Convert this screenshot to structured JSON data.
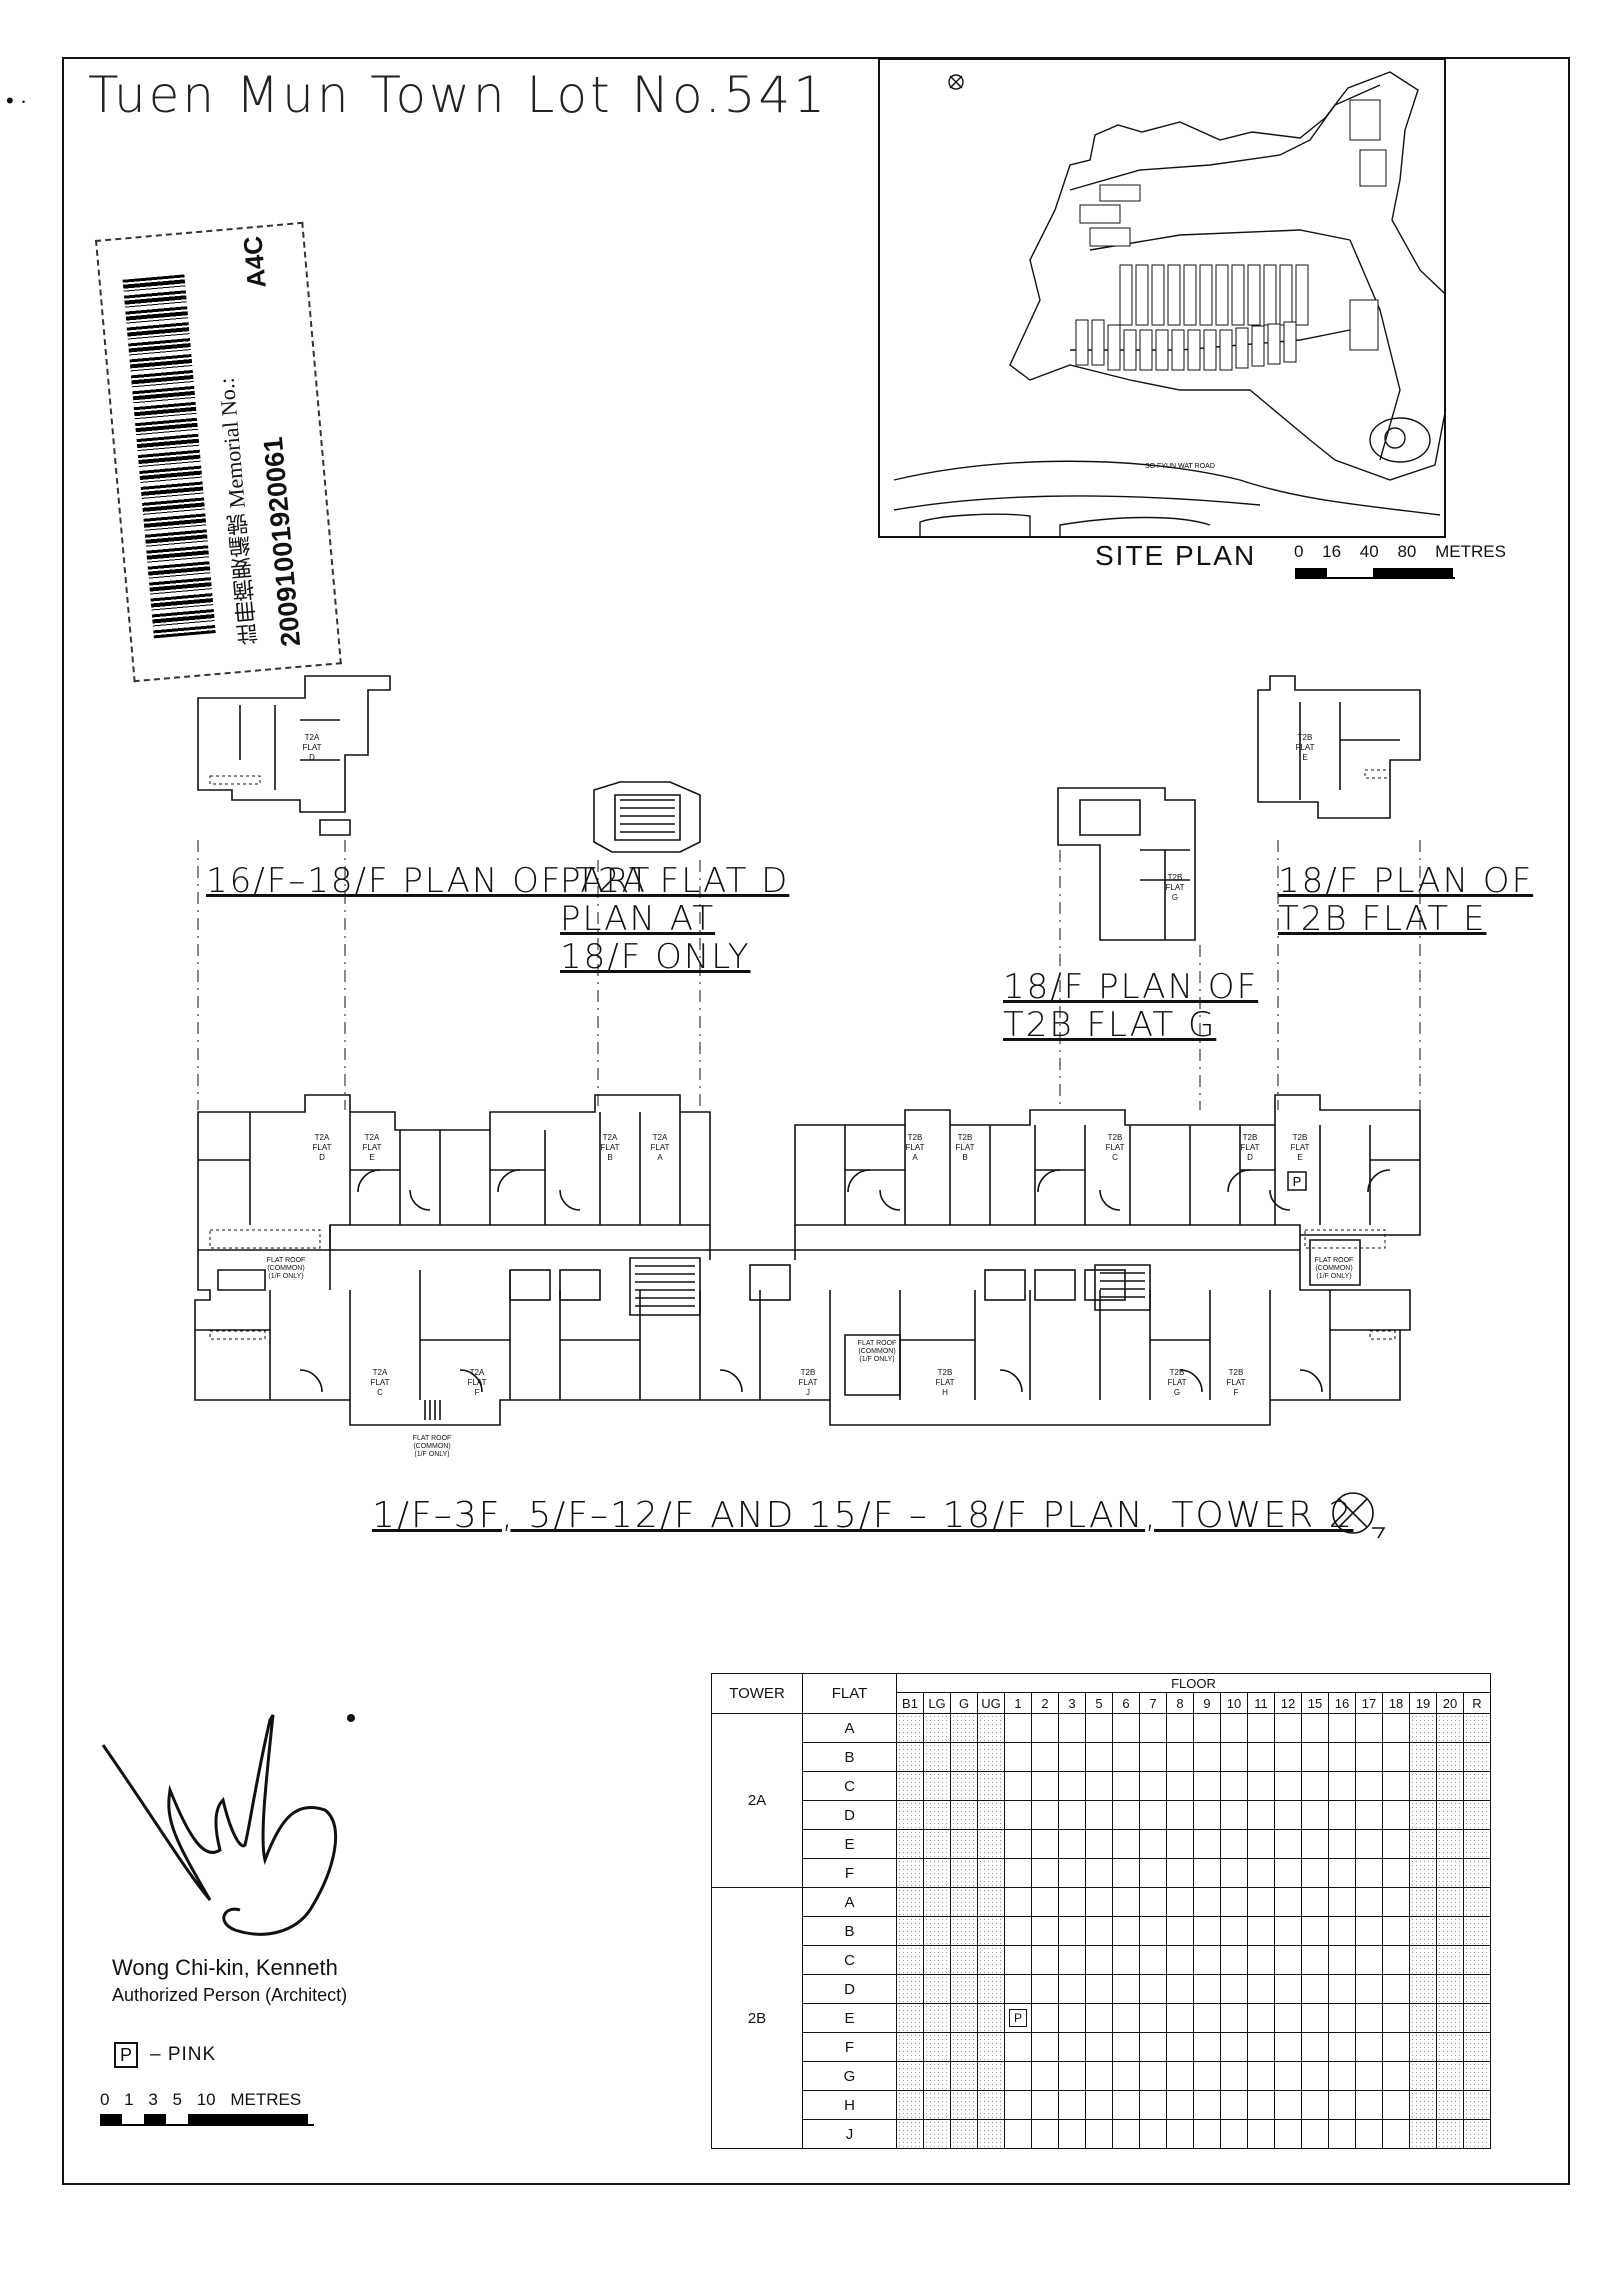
{
  "header": {
    "title": "Tuen Mun Town Lot No.541"
  },
  "memorial": {
    "label": "註冊摘要編號 Memorial No.:",
    "number": "20091001920061",
    "code": "A4C"
  },
  "site_plan": {
    "caption": "SITE PLAN",
    "scale_text": "0 16 40 80 METRES",
    "road_label": "SO FYUN WAT ROAD"
  },
  "plans": {
    "t2a_flat_d": "16/F–18/F PLAN OF T2A FLAT D",
    "part_plan": "PART PLAN AT 18/F ONLY",
    "t2b_flat_e": "18/F PLAN OF T2B FLAT E",
    "t2b_flat_g": "18/F PLAN OF T2B FLAT G",
    "main": "1/F–3F, 5/F–12/F AND 15/F – 18/F PLAN, TOWER 2"
  },
  "flat_labels_top": [
    "T2A FLAT D",
    "T2A FLAT E",
    "T2A FLAT B",
    "T2A FLAT A",
    "T2B FLAT A",
    "T2B FLAT B",
    "T2B FLAT C",
    "T2B FLAT D",
    "T2B FLAT E"
  ],
  "flat_labels_bottom": [
    "T2A FLAT C",
    "T2A FLAT F",
    "T2B FLAT J",
    "T2B FLAT H",
    "T2B FLAT G",
    "T2B FLAT F"
  ],
  "roof_labels": {
    "left": "FLAT ROOF (COMMON) (1/F ONLY)",
    "mid": "FLAT ROOF (COMMON) (1/F ONLY)",
    "right": "FLAT ROOF (COMMON) (1/F ONLY)",
    "bottom": "FLAT ROOF (COMMON) (1/F ONLY)"
  },
  "signatory": {
    "name": "Wong Chi-kin, Kenneth",
    "role": "Authorized Person  (Architect)"
  },
  "legend": {
    "symbol": "P",
    "meaning": "– PINK"
  },
  "plan_scale_text": "0 1  3 5       10 METRES",
  "floor_table": {
    "tower_header": "TOWER",
    "flat_header": "FLAT",
    "floor_header": "FLOOR",
    "floors": [
      "B1",
      "LG",
      "G",
      "UG",
      "1",
      "2",
      "3",
      "5",
      "6",
      "7",
      "8",
      "9",
      "10",
      "11",
      "12",
      "15",
      "16",
      "17",
      "18",
      "19",
      "20",
      "R"
    ],
    "shaded_floors": [
      "B1",
      "LG",
      "G",
      "UG",
      "19",
      "20",
      "R"
    ],
    "towers": [
      {
        "name": "2A",
        "flats": [
          "A",
          "B",
          "C",
          "D",
          "E",
          "F"
        ]
      },
      {
        "name": "2B",
        "flats": [
          "A",
          "B",
          "C",
          "D",
          "E",
          "F",
          "G",
          "H",
          "J"
        ]
      }
    ],
    "marks": [
      {
        "tower": "2B",
        "flat": "E",
        "floor": "1",
        "symbol": "P"
      }
    ]
  }
}
